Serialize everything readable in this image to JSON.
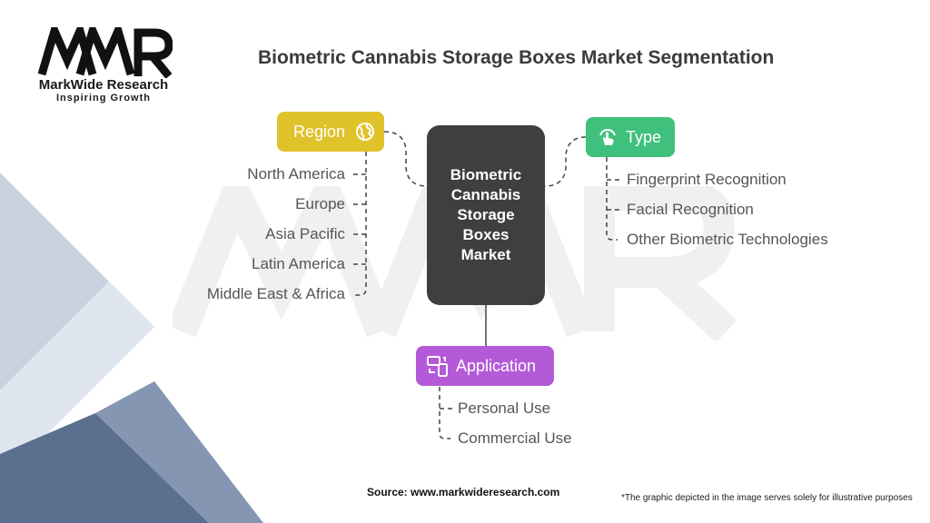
{
  "brand": {
    "logo_mark": "MWR",
    "name": "MarkWide Research",
    "tagline": "Inspiring Growth"
  },
  "title": "Biometric Cannabis Storage Boxes Market Segmentation",
  "center": {
    "lines": [
      "Biometric",
      "Cannabis",
      "Storage",
      "Boxes",
      "Market"
    ]
  },
  "segments": {
    "region": {
      "label": "Region",
      "icon": "globe-icon",
      "color": "#e0c22a",
      "items": [
        "North America",
        "Europe",
        "Asia Pacific",
        "Latin America",
        "Middle East & Africa"
      ]
    },
    "type": {
      "label": "Type",
      "icon": "hand-touch-icon",
      "color": "#3fc07c",
      "items": [
        "Fingerprint Recognition",
        "Facial Recognition",
        "Other Biometric Technologies"
      ]
    },
    "application": {
      "label": "Application",
      "icon": "devices-icon",
      "color": "#b45ad8",
      "items": [
        "Personal Use",
        "Commercial Use"
      ]
    }
  },
  "footer": {
    "source": "Source: www.markwideresearch.com",
    "note": "*The graphic depicted in the image serves solely for illustrative purposes"
  }
}
